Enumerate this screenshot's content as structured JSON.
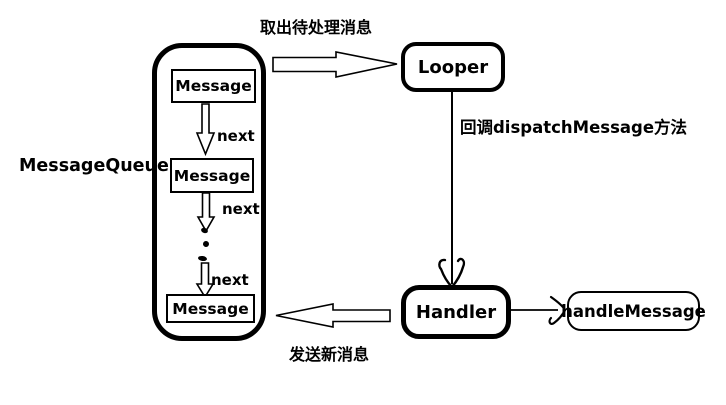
{
  "colors": {
    "background": "#ffffff",
    "stroke": "#000000",
    "text": "#000000"
  },
  "labels": {
    "fetch": "取出待处理消息",
    "dispatch": "回调dispatchMessage方法",
    "send": "发送新消息",
    "queue_title": "MessageQueue"
  },
  "nodes": {
    "looper": "Looper",
    "handler": "Handler",
    "handle_message": "handleMessage"
  },
  "queue": {
    "messages": [
      "Message",
      "Message",
      "Message"
    ],
    "next_labels": [
      "next",
      "next",
      "next"
    ]
  }
}
